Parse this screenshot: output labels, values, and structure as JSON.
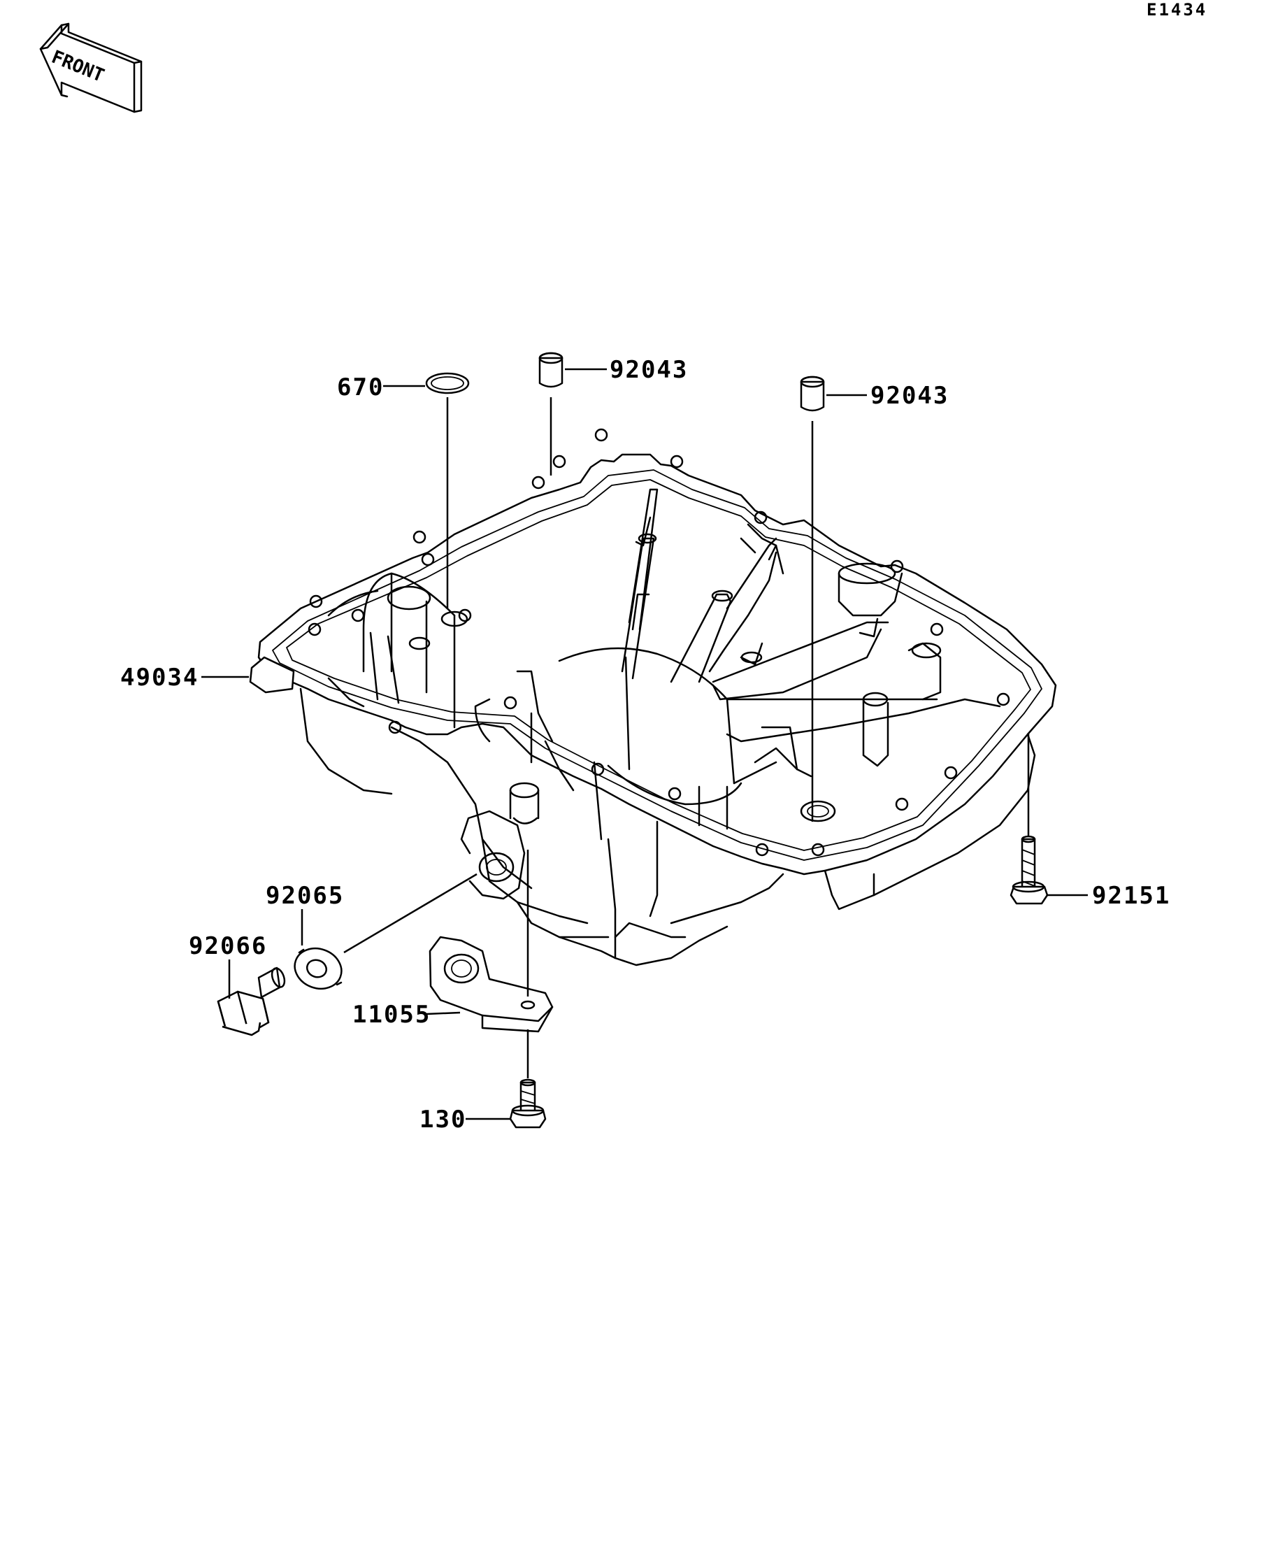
{
  "ref_code": "E1434",
  "front_label": "FRONT",
  "parts": {
    "o_ring": "670",
    "knock_pin_left": "92043",
    "knock_pin_right": "92043",
    "oil_pan": "49034",
    "bolt_pan": "92151",
    "washer": "92065",
    "drain_plug": "92066",
    "bracket": "11055",
    "bolt_bracket": "130"
  }
}
